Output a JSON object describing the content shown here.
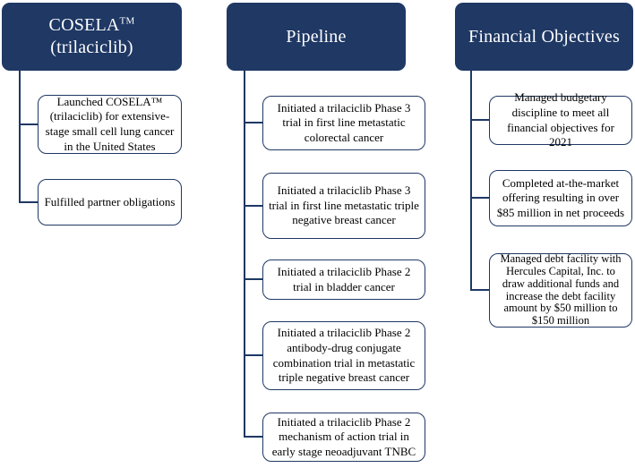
{
  "colors": {
    "header_fill": "#1f3864",
    "box_border": "#1f3864",
    "connector": "#1f3864",
    "header_text": "#ffffff",
    "body_text": "#000000",
    "background": "#ffffff"
  },
  "columns": [
    {
      "id": "cosela",
      "header": {
        "line1": "COSELA",
        "sup": "TM",
        "line2": "(trilaciclib)"
      },
      "items": [
        {
          "text": "Launched COSELA™ (trilaciclib) for extensive-stage small cell lung cancer in the United States"
        },
        {
          "text": "Fulfilled partner obligations"
        }
      ]
    },
    {
      "id": "pipeline",
      "header": {
        "line1": "Pipeline"
      },
      "items": [
        {
          "text": "Initiated a trilaciclib Phase 3 trial in first line metastatic colorectal cancer"
        },
        {
          "text": "Initiated a trilaciclib Phase 3 trial in first line metastatic triple negative breast cancer"
        },
        {
          "text": "Initiated a trilaciclib Phase 2 trial in bladder cancer"
        },
        {
          "text": "Initiated a trilaciclib Phase 2 antibody-drug conjugate combination trial in metastatic triple negative breast cancer"
        },
        {
          "text": "Initiated a trilaciclib Phase 2 mechanism of action trial in early stage neoadjuvant TNBC"
        }
      ]
    },
    {
      "id": "financial-objectives",
      "header": {
        "line1": "Financial Objectives"
      },
      "items": [
        {
          "text": "Managed budgetary discipline to meet all financial objectives for 2021"
        },
        {
          "text": "Completed at-the-market offering resulting in over $85 million in net proceeds"
        },
        {
          "text": "Managed debt facility with Hercules Capital, Inc. to draw additional funds and increase the debt facility amount by $50 million to $150 million"
        }
      ]
    }
  ]
}
